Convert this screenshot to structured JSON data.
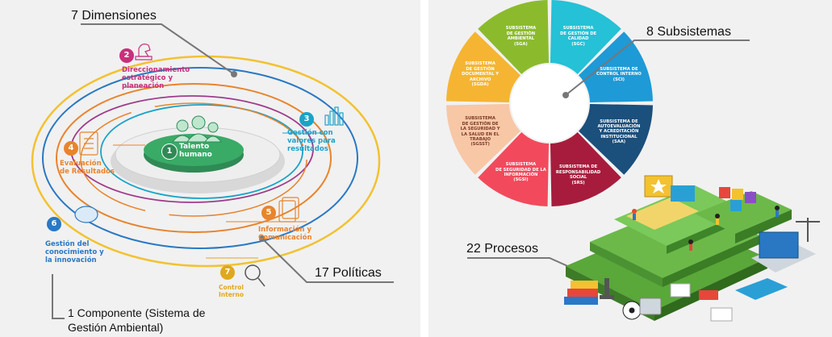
{
  "left": {
    "callouts": {
      "dimensions": "7 Dimensiones",
      "policies": "17 Políticas",
      "component_line1": "1 Componente (Sistema de",
      "component_line2": "Gestión Ambiental)"
    },
    "center_number": "1",
    "center_line1": "Talento",
    "center_line2": "humano",
    "dimensions": [
      {
        "number": "2",
        "lines": [
          "Direccionamiento",
          "estratégico y",
          "planeación"
        ],
        "color": "#c8307a"
      },
      {
        "number": "3",
        "lines": [
          "Gestión con",
          "valores para",
          "resultados"
        ],
        "color": "#1aa3c9"
      },
      {
        "number": "4",
        "lines": [
          "Evaluación",
          "de Resultados"
        ],
        "color": "#e8842d"
      },
      {
        "number": "5",
        "lines": [
          "Información y",
          "Comunicación"
        ],
        "color": "#e8842d"
      },
      {
        "number": "6",
        "lines": [
          "Gestión del",
          "conocimiento y",
          "la innovación"
        ],
        "color": "#2a78c4"
      },
      {
        "number": "7",
        "lines": [
          "Control",
          "Interno"
        ],
        "color": "#e0a81f"
      }
    ]
  },
  "right": {
    "callouts": {
      "subsystems": "8 Subsistemas",
      "processes": "22 Procesos"
    },
    "segments": [
      {
        "lines": [
          "SUBSISTEMA",
          "DE GESTIÓN DE CALIDAD",
          "(SGC)"
        ],
        "color": "#25c1d6"
      },
      {
        "lines": [
          "SUBSISTEMA DE",
          "CONTROL INTERNO",
          "(SCI)"
        ],
        "color": "#1e9ad6"
      },
      {
        "lines": [
          "SUBSISTEMA DE",
          "AUTOEVALUACIÓN",
          "Y ACREDITACIÓN",
          "INSTITUCIONAL",
          "(SAA)"
        ],
        "color": "#1b4f7c"
      },
      {
        "lines": [
          "SUBSISTEMA DE",
          "RESPONSABILIDAD SOCIAL",
          "(SRS)"
        ],
        "color": "#a71c3c"
      },
      {
        "lines": [
          "SUBSISTEMA",
          "DE SEGURIDAD DE LA",
          "INFORMACIÓN",
          "(SGSI)"
        ],
        "color": "#f24a5c"
      },
      {
        "lines": [
          "SUBSISTEMA",
          "DE GESTIÓN DE",
          "LA SEGURIDAD Y",
          "LA SALUD EN EL",
          "TRABAJO",
          "(SGSST)"
        ],
        "color": "#f8c7a6"
      },
      {
        "lines": [
          "SUBSISTEMA",
          "DE GESTIÓN",
          "DOCUMENTAL Y",
          "ARCHIVO",
          "(SGDA)"
        ],
        "color": "#f5b533"
      },
      {
        "lines": [
          "SUBSISTEMA",
          "DE GESTIÓN AMBIENTAL",
          "(SGA)"
        ],
        "color": "#8bbb2d"
      }
    ]
  }
}
